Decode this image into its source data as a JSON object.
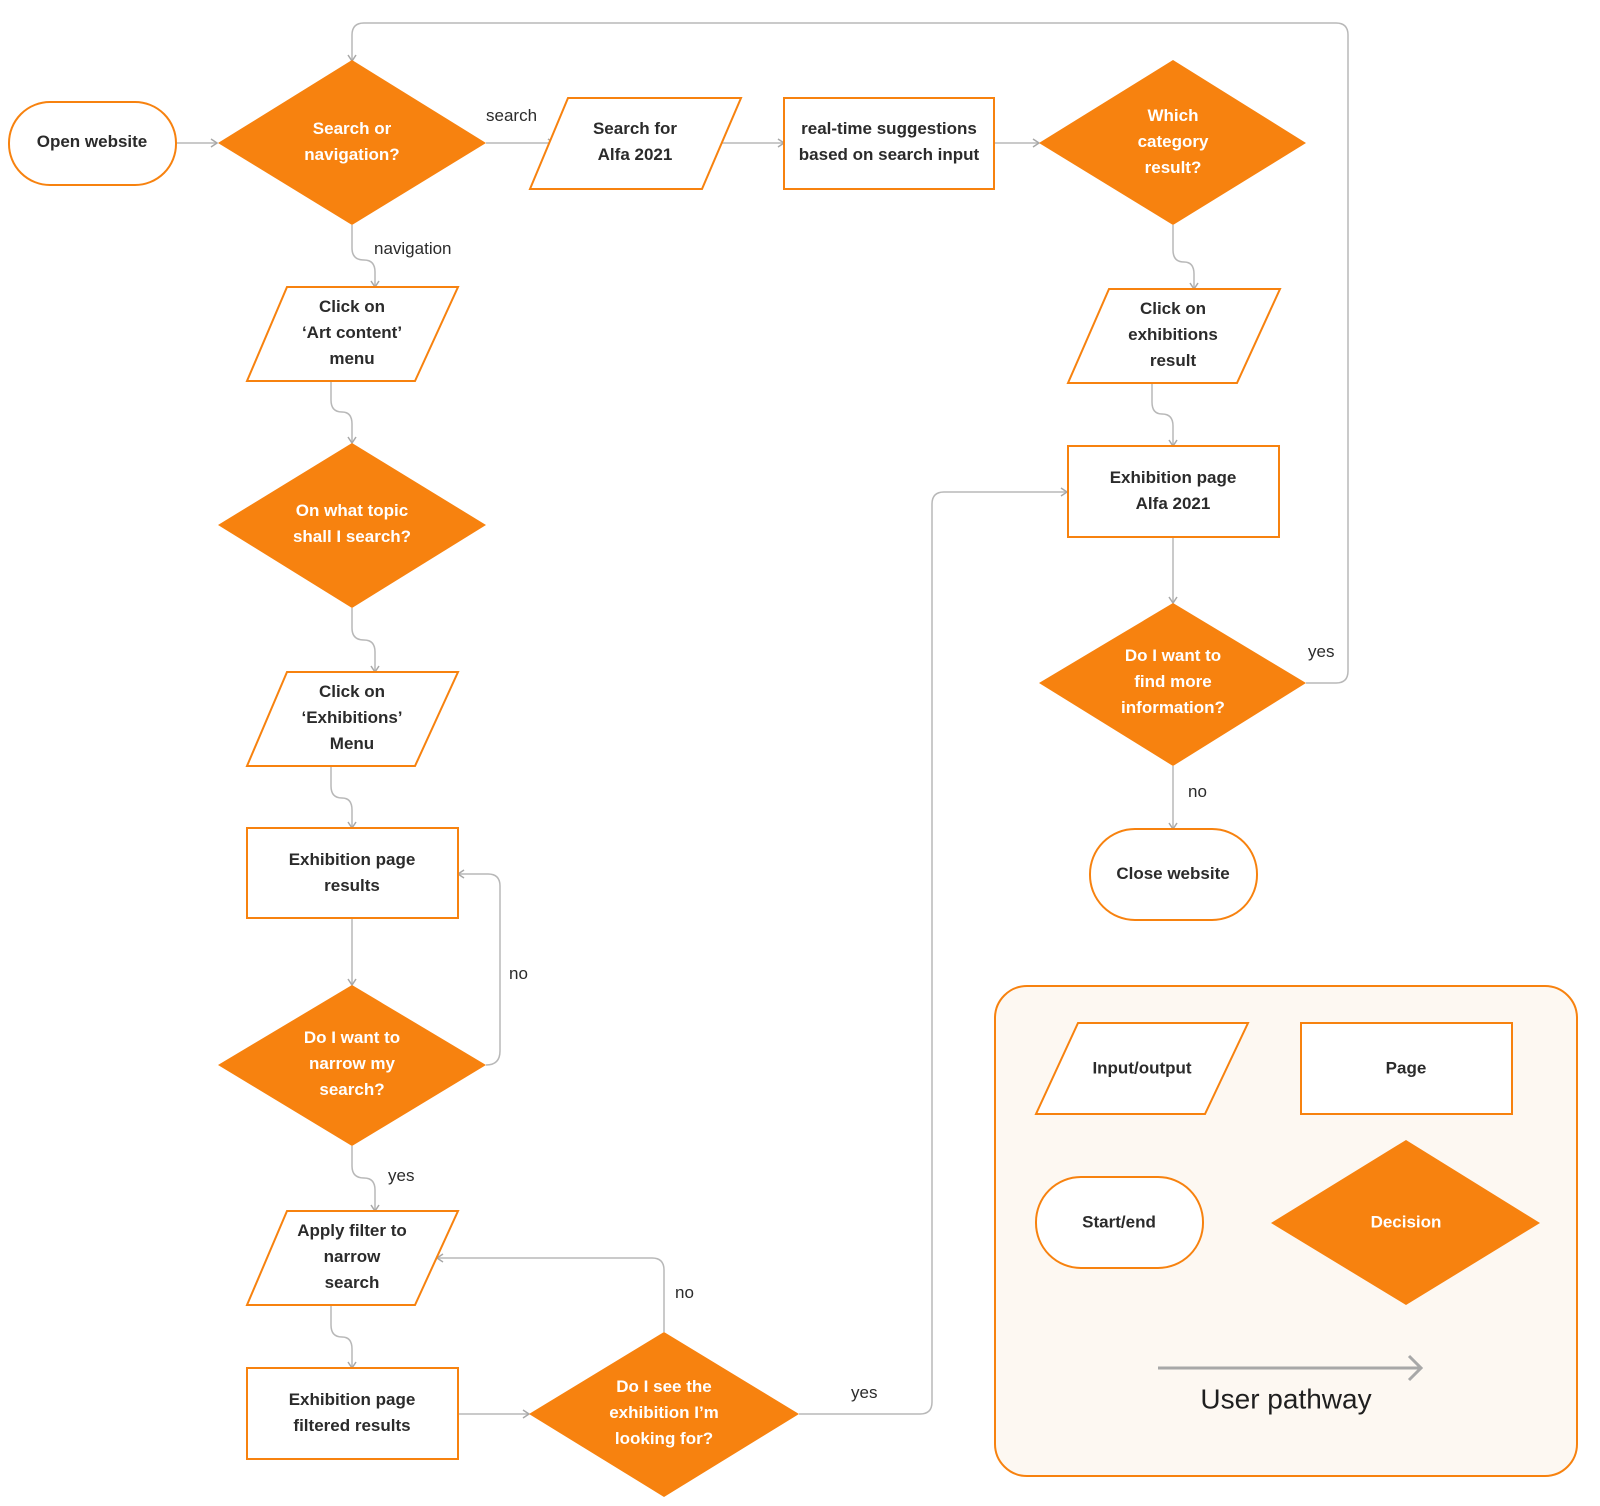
{
  "colors": {
    "accent": "#f7820f",
    "connector": "#b8b8b8",
    "legend_background": "#fdf8f2"
  },
  "nodes": {
    "open_website": {
      "lines": [
        "Open website"
      ]
    },
    "search_or_navigation": {
      "lines": [
        "Search or",
        "navigation?"
      ]
    },
    "search_for_alfa": {
      "lines": [
        "Search for",
        "Alfa 2021"
      ]
    },
    "realtime_suggestions": {
      "lines": [
        "real-time suggestions",
        "based on search input"
      ]
    },
    "which_category": {
      "lines": [
        "Which",
        "category",
        "result?"
      ]
    },
    "click_art_content": {
      "lines": [
        "Click on",
        "‘Art content’",
        "menu"
      ]
    },
    "what_topic": {
      "lines": [
        "On what topic",
        "shall I search?"
      ]
    },
    "click_exhibitions_menu": {
      "lines": [
        "Click on",
        "‘Exhibitions’",
        "Menu"
      ]
    },
    "exhibition_page_results": {
      "lines": [
        "Exhibition page",
        "results"
      ]
    },
    "narrow_search": {
      "lines": [
        "Do I want to",
        "narrow my",
        "search?"
      ]
    },
    "apply_filter": {
      "lines": [
        "Apply filter to",
        "narrow",
        "search"
      ]
    },
    "filtered_results": {
      "lines": [
        "Exhibition page",
        "filtered results"
      ]
    },
    "see_exhibition": {
      "lines": [
        "Do I see the",
        "exhibition I’m",
        "looking for?"
      ]
    },
    "click_exhibitions_result": {
      "lines": [
        "Click on",
        "exhibitions",
        "result"
      ]
    },
    "exhibition_page_alfa": {
      "lines": [
        "Exhibition page",
        "Alfa 2021"
      ]
    },
    "more_info": {
      "lines": [
        "Do I want to",
        "find more",
        "information?"
      ]
    },
    "close_website": {
      "lines": [
        "Close website"
      ]
    }
  },
  "edge_labels": {
    "search": "search",
    "navigation": "navigation",
    "narrow_no": "no",
    "narrow_yes": "yes",
    "see_no": "no",
    "see_yes": "yes",
    "more_yes": "yes",
    "more_no": "no"
  },
  "legend": {
    "input_output": "Input/output",
    "page": "Page",
    "start_end": "Start/end",
    "decision": "Decision",
    "user_pathway": "User pathway"
  }
}
